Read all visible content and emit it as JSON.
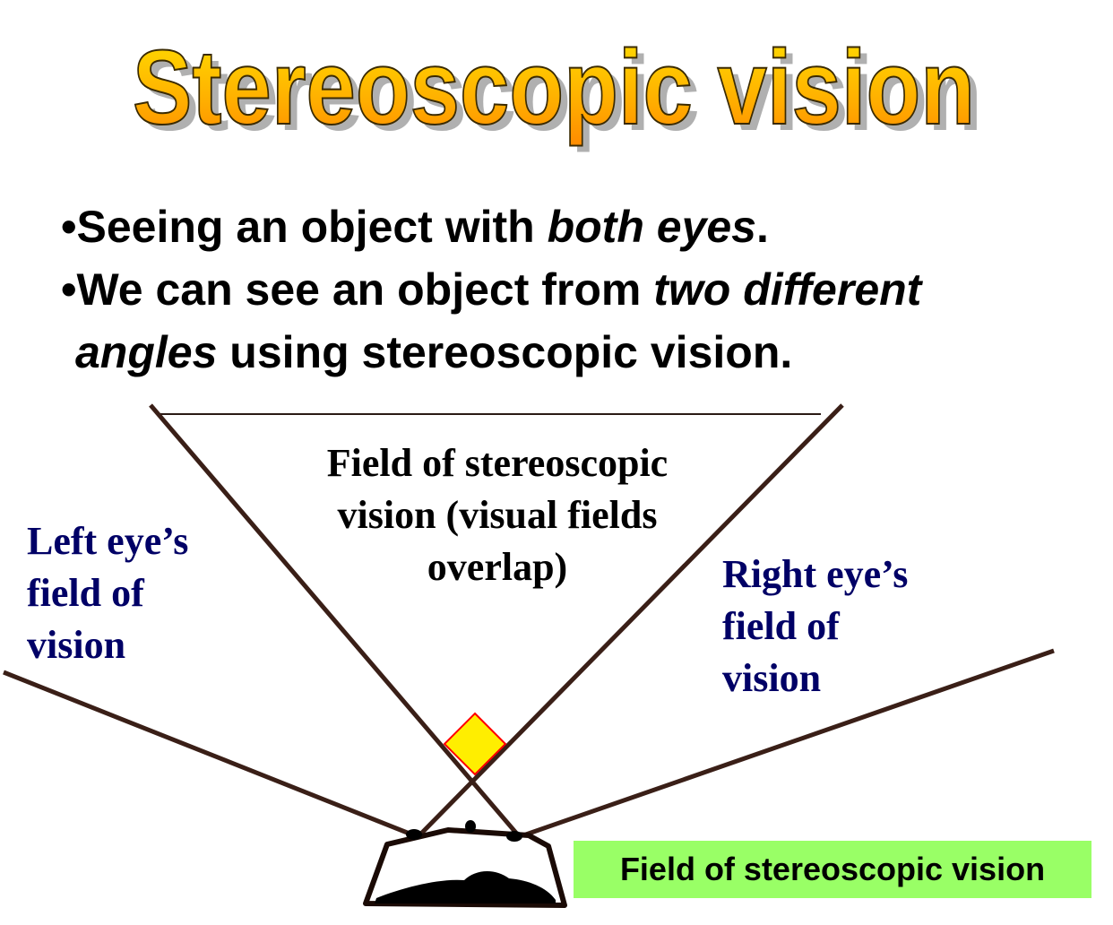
{
  "title": "Stereoscopic vision",
  "bullets": [
    {
      "marker": "•",
      "parts": [
        {
          "text": "Seeing an object with ",
          "italic": false
        },
        {
          "text": "both eyes",
          "italic": true
        },
        {
          "text": ".",
          "italic": false
        }
      ]
    },
    {
      "marker": "•",
      "parts": [
        {
          "text": "We can see an object from ",
          "italic": false
        },
        {
          "text": "two different",
          "italic": true
        }
      ]
    },
    {
      "marker": "",
      "parts": [
        {
          "text": "angles",
          "italic": true
        },
        {
          "text": " using stereoscopic vision.",
          "italic": false
        }
      ]
    }
  ],
  "diagram": {
    "center_label": [
      "Field of stereoscopic",
      "vision (visual fields",
      "overlap)"
    ],
    "left_label": [
      "Left eye’s",
      "field of",
      "vision"
    ],
    "right_label": [
      "Right eye’s",
      "field of",
      "vision"
    ],
    "legend_badge": "Field of stereoscopic vision"
  },
  "colors": {
    "title_gradient_top": "#ffe000",
    "title_gradient_bottom": "#ff8a00",
    "side_label": "#000066",
    "sight_lines": "#3a1f17",
    "object_fill": "#ffee00",
    "object_stroke": "#ff0000",
    "badge_background": "#99ff66"
  },
  "icons": {
    "object": "yellow-diamond",
    "viewer": "head-top-view"
  }
}
